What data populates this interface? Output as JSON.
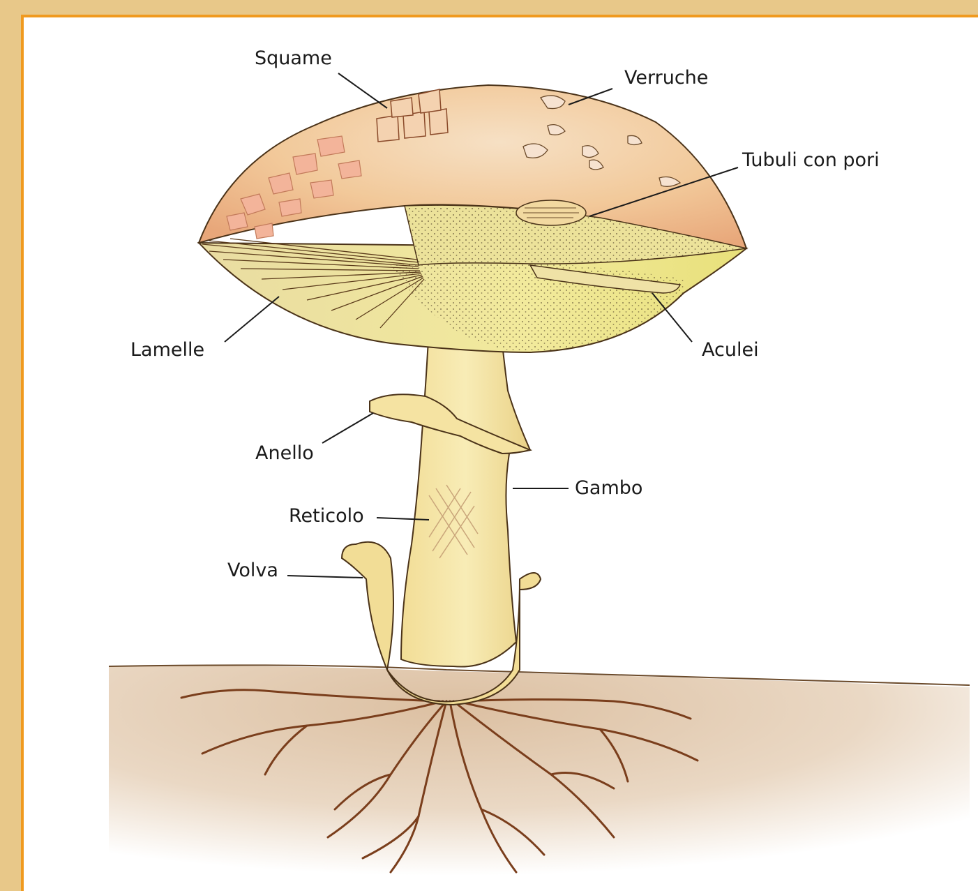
{
  "labels": {
    "squame": "Squame",
    "verruche": "Verruche",
    "tubuli": "Tubuli con pori",
    "lamelle": "Lamelle",
    "aculei": "Aculei",
    "anello": "Anello",
    "gambo": "Gambo",
    "reticolo": "Reticolo",
    "volva": "Volva"
  },
  "colors": {
    "frame": "#e8c889",
    "border": "#f09a1f",
    "cap": "#f2c796",
    "hymenium": "#f1e59a",
    "stem": "#f5e6a4",
    "roots": "#7a3e1c",
    "soil": "#e6d2bd"
  }
}
